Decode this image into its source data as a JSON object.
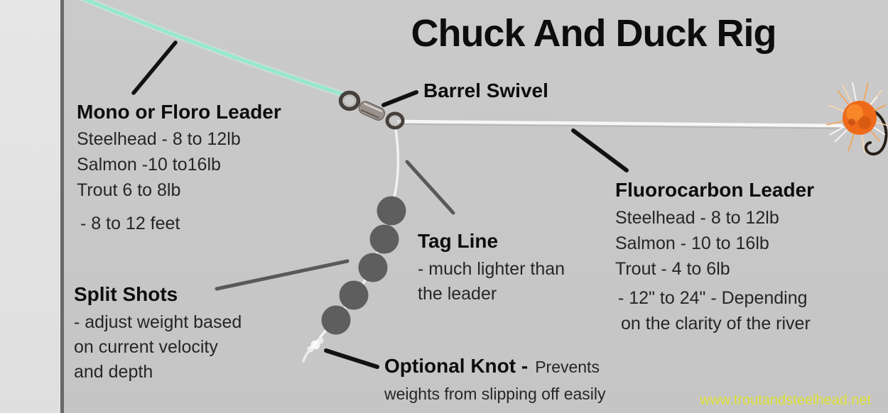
{
  "title": "Chuck And Duck Rig",
  "watermark": "www.troutandsteelhead.net",
  "labels": {
    "mono": {
      "heading": "Mono or Floro Leader",
      "lines": [
        "Steelhead - 8 to 12lb",
        "Salmon -10 to16lb",
        "Trout 6 to 8lb"
      ],
      "note": "- 8 to 12 feet"
    },
    "barrel_swivel": {
      "heading": "Barrel Swivel"
    },
    "tag_line": {
      "heading": "Tag Line",
      "lines": [
        "- much lighter than",
        "the leader"
      ]
    },
    "fluorocarbon": {
      "heading": "Fluorocarbon Leader",
      "lines": [
        "Steelhead - 8 to 12lb",
        "Salmon - 10 to 16lb",
        "Trout - 4 to 6lb"
      ],
      "note_lines": [
        "- 12\" to 24\" - Depending",
        "on the clarity of the river"
      ]
    },
    "split_shots": {
      "heading": "Split Shots",
      "lines": [
        "- adjust weight based",
        "on current velocity",
        "and depth"
      ]
    },
    "optional_knot": {
      "heading": "Optional Knot -",
      "suffix": "Prevents",
      "line": "weights from slipping off easily"
    }
  },
  "diagram": {
    "split_shot_count": "5",
    "colors": {
      "background": "#c8c8c8",
      "side_strip": "#e3e3e3",
      "side_strip_border": "#696969",
      "main_line": "#94e9cf",
      "main_line_glow": "#c9f4e6",
      "leader_line": "#f7f7f7",
      "tag_line": "#f2f2f2",
      "split_shot": "#5e5e5e",
      "pointer_dark": "#121212",
      "pointer_gray": "#595959",
      "fly_body": "#ee6a1a",
      "fly_strand": "#fa9e4a",
      "hook": "#261f15",
      "knot": "#f5f5f5",
      "swivel_metal": "#9a918a",
      "swivel_ring": "#45403c",
      "watermark": "#e0e13a"
    }
  }
}
